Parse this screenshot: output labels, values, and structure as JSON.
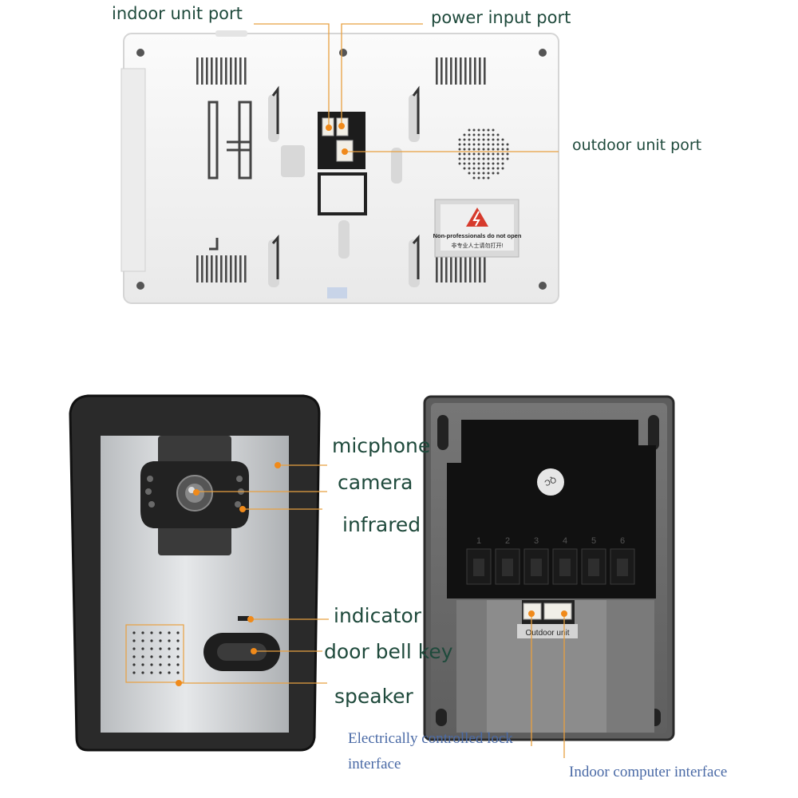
{
  "labels": {
    "indoor_unit_port": "indoor unit port",
    "power_input_port": "power input port",
    "outdoor_unit_port": "outdoor unit port",
    "micphone": "micphone",
    "camera": "camera",
    "infrared": "infrared",
    "indicator": "indicator",
    "door_bell_key": "door bell key",
    "speaker": "speaker",
    "lock_interface_line1": "Electrically controlled lock",
    "lock_interface_line2": "interface",
    "indoor_computer_interface": "Indoor computer interface"
  },
  "device_text": {
    "warning_en": "Non-professionals do not open",
    "warning_cn": "非专业人士请勿打开!",
    "terminal_numbers": [
      "1",
      "2",
      "3",
      "4",
      "5",
      "6"
    ],
    "outdoor_unit": "Outdoor unit"
  },
  "colors": {
    "leader_line": "#e8a040",
    "dot": "#f08a1a",
    "label_text": "#1f4a3c",
    "blue_text": "#4a6aa6",
    "panel_white": "#f4f4f4",
    "housing_dark": "#2b2b2b",
    "gray_back": "#6e6e6e"
  }
}
